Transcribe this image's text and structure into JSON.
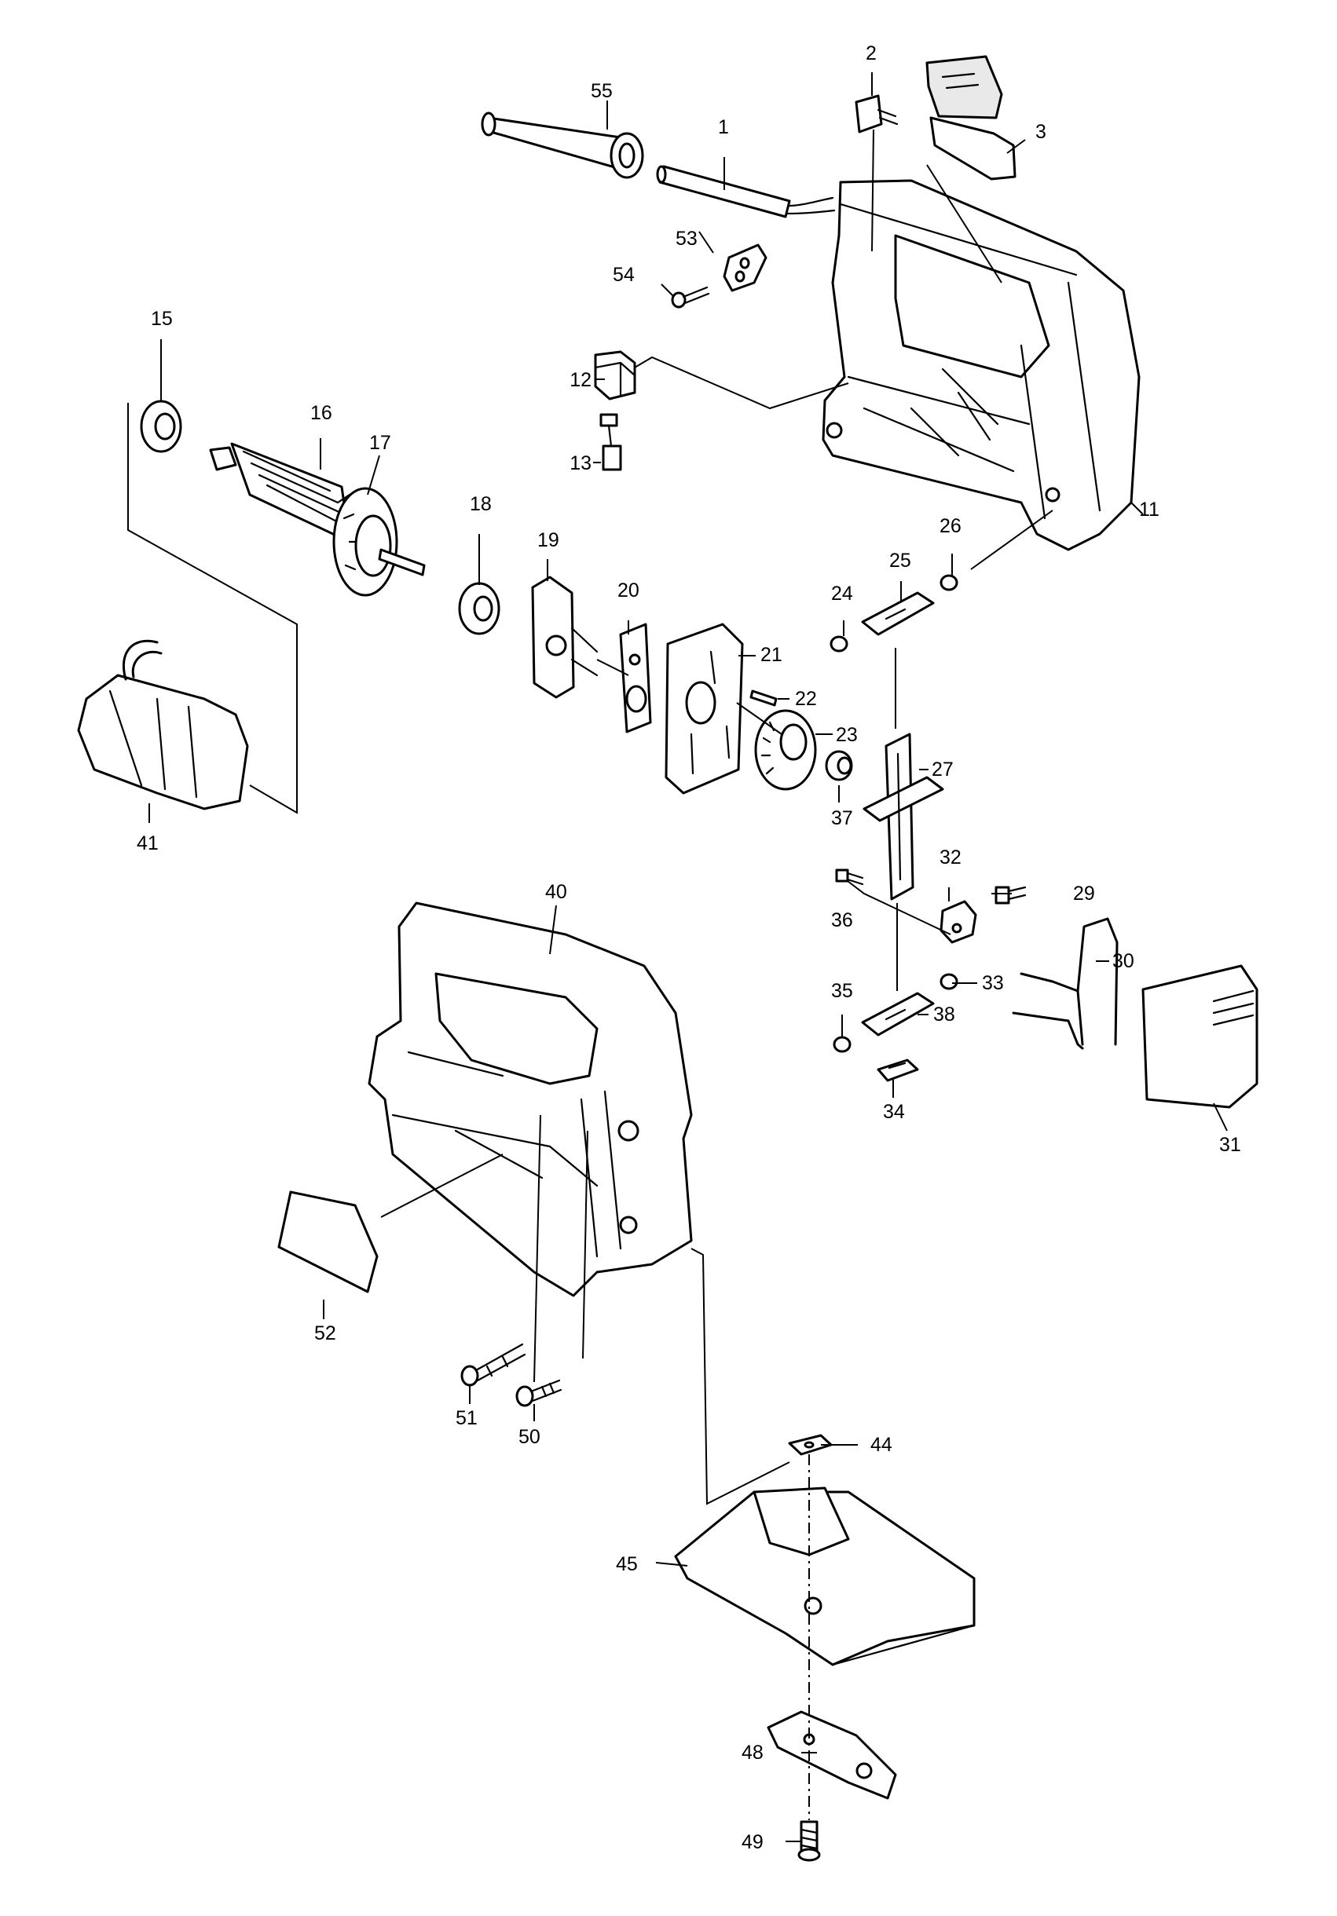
{
  "parts": [
    {
      "id": "1",
      "label": "1"
    },
    {
      "id": "2",
      "label": "2"
    },
    {
      "id": "3",
      "label": "3"
    },
    {
      "id": "11",
      "label": "11"
    },
    {
      "id": "12",
      "label": "12"
    },
    {
      "id": "13",
      "label": "13"
    },
    {
      "id": "15",
      "label": "15"
    },
    {
      "id": "16",
      "label": "16"
    },
    {
      "id": "17",
      "label": "17"
    },
    {
      "id": "18",
      "label": "18"
    },
    {
      "id": "19",
      "label": "19"
    },
    {
      "id": "20",
      "label": "20"
    },
    {
      "id": "21",
      "label": "21"
    },
    {
      "id": "22",
      "label": "22"
    },
    {
      "id": "23",
      "label": "23"
    },
    {
      "id": "24",
      "label": "24"
    },
    {
      "id": "25",
      "label": "25"
    },
    {
      "id": "26",
      "label": "26"
    },
    {
      "id": "27",
      "label": "27"
    },
    {
      "id": "29",
      "label": "29"
    },
    {
      "id": "30",
      "label": "30"
    },
    {
      "id": "31",
      "label": "31"
    },
    {
      "id": "32",
      "label": "32"
    },
    {
      "id": "33",
      "label": "33"
    },
    {
      "id": "34",
      "label": "34"
    },
    {
      "id": "35",
      "label": "35"
    },
    {
      "id": "36",
      "label": "36"
    },
    {
      "id": "37",
      "label": "37"
    },
    {
      "id": "38",
      "label": "38"
    },
    {
      "id": "40",
      "label": "40"
    },
    {
      "id": "41",
      "label": "41"
    },
    {
      "id": "44",
      "label": "44"
    },
    {
      "id": "45",
      "label": "45"
    },
    {
      "id": "48",
      "label": "48"
    },
    {
      "id": "49",
      "label": "49"
    },
    {
      "id": "50",
      "label": "50"
    },
    {
      "id": "51",
      "label": "51"
    },
    {
      "id": "52",
      "label": "52"
    },
    {
      "id": "53",
      "label": "53"
    },
    {
      "id": "54",
      "label": "54"
    },
    {
      "id": "55",
      "label": "55"
    }
  ]
}
